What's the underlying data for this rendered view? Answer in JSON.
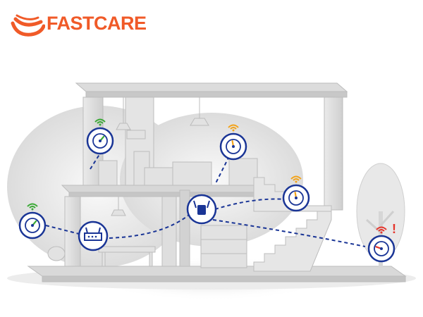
{
  "brand": {
    "name": "FASTCARE",
    "color": "#f05a28"
  },
  "colors": {
    "accent_blue": "#1a3596",
    "good_signal": "#3aa935",
    "medium_signal": "#f2a31b",
    "weak_signal": "#e5342b"
  },
  "devices": [
    {
      "id": "router",
      "icon": "router-icon",
      "location": "ground-floor-left"
    },
    {
      "id": "wifi-extender",
      "icon": "wifi-extender-icon",
      "location": "ground-floor-center"
    }
  ],
  "speed_gauges": [
    {
      "id": "gauge-upstairs-left",
      "icon": "speedometer-icon",
      "signal": "good",
      "signal_color": "#3aa935"
    },
    {
      "id": "gauge-upstairs-right",
      "icon": "speedometer-icon",
      "signal": "medium",
      "signal_color": "#f2a31b"
    },
    {
      "id": "gauge-outside-left",
      "icon": "speedometer-icon",
      "signal": "good",
      "signal_color": "#3aa935"
    },
    {
      "id": "gauge-stairs",
      "icon": "speedometer-icon",
      "signal": "medium",
      "signal_color": "#f2a31b"
    },
    {
      "id": "gauge-garden",
      "icon": "speedometer-icon",
      "signal": "weak",
      "signal_color": "#e5342b",
      "alert": "!"
    }
  ]
}
